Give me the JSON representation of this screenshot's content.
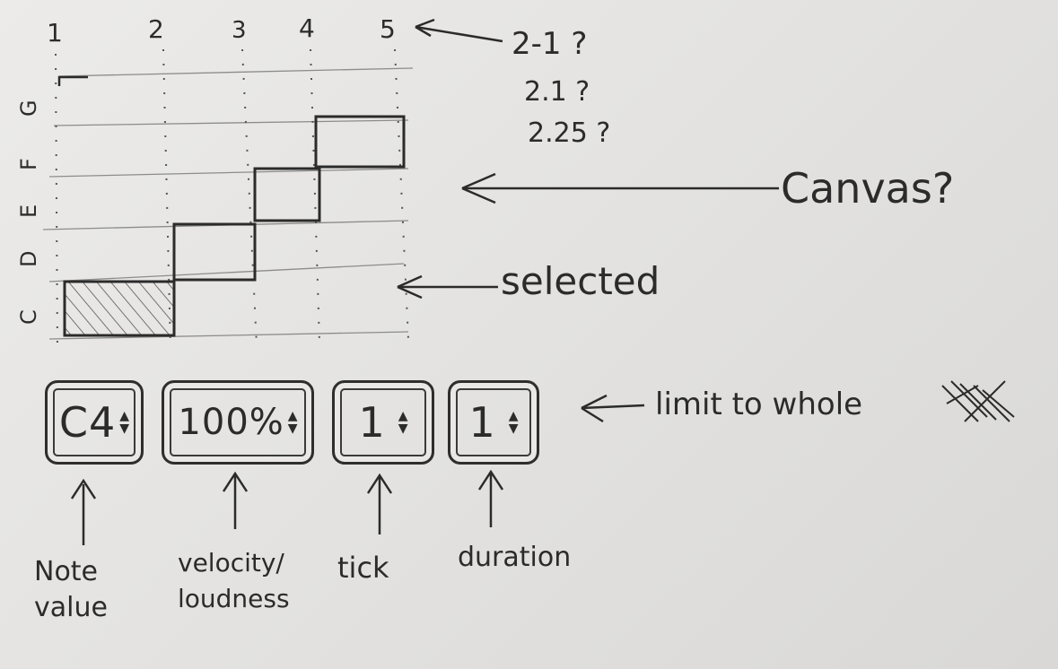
{
  "beats": [
    "1",
    "2",
    "3",
    "4",
    "5"
  ],
  "pitches": [
    "G",
    "F",
    "E",
    "D",
    "C"
  ],
  "beat_note": [
    "2-1 ?",
    "2.1 ?",
    "2.25 ?"
  ],
  "annotations": {
    "canvas": "Canvas?",
    "selected": "selected",
    "limit": "limit to whole"
  },
  "controls": {
    "note": {
      "value": "C4",
      "label": "Note value"
    },
    "velocity": {
      "value": "100%",
      "label": "velocity/ loudness"
    },
    "tick": {
      "value": "1",
      "label": "tick"
    },
    "duration": {
      "value": "1",
      "label": "duration"
    }
  },
  "spinner": {
    "up": "▲",
    "down": "▼"
  }
}
